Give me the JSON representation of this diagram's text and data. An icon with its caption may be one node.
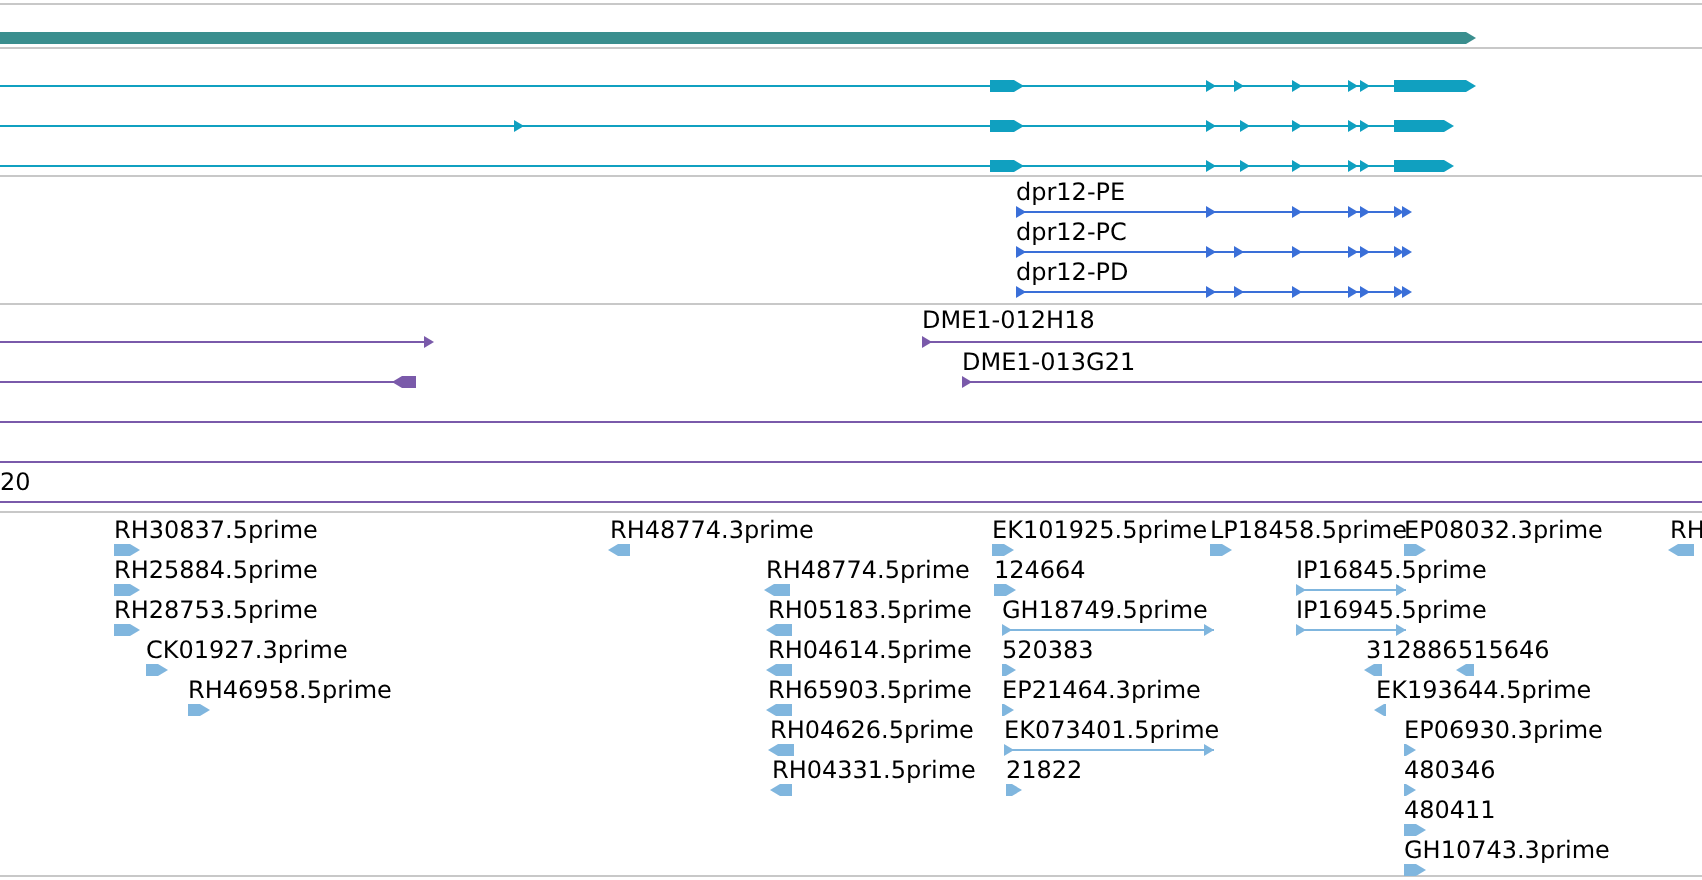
{
  "diagram": {
    "labels": [
      "dpr12-PE",
      "dpr12-PC",
      "dpr12-PD",
      "DME1-012H18",
      "DME1-013G21",
      "20",
      "RH30837.5prime",
      "RH48774.3prime",
      "EK101925.5prime",
      "LP18458.5prime",
      "EP08032.3prime",
      "RH",
      "RH25884.5prime",
      "RH48774.5prime",
      "124664",
      "IP16845.5prime",
      "RH28753.5prime",
      "RH05183.5prime",
      "GH18749.5prime",
      "IP16945.5prime",
      "CK01927.3prime",
      "RH04614.5prime",
      "520383",
      "312886",
      "515646",
      "RH46958.5prime",
      "RH65903.5prime",
      "EP21464.3prime",
      "EK193644.5prime",
      "RH04626.5prime",
      "EK073401.5prime",
      "EP06930.3prime",
      "RH04331.5prime",
      "21822",
      "480346",
      "480411",
      "GH10743.3prime"
    ]
  }
}
